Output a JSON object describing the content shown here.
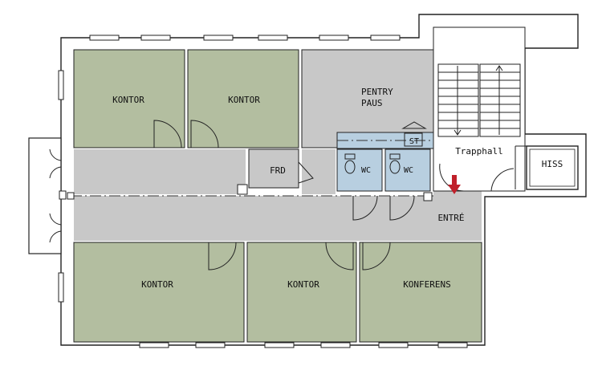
{
  "colors": {
    "office": "#b3bea0",
    "corridor": "#c8c8c8",
    "wc": "#b8cfe0",
    "wall": "#222222",
    "arrow": "#c0202a"
  },
  "rooms": {
    "kontor_1": "KONTOR",
    "kontor_2": "KONTOR",
    "pentry": "PENTRY",
    "paus": "PAUS",
    "frd": "FRD",
    "wc_1": "WC",
    "wc_2": "WC",
    "st": "ST",
    "trapphall": "Trapphall",
    "hiss": "HISS",
    "entre": "ENTRÉ",
    "kontor_3": "KONTOR",
    "kontor_4": "KONTOR",
    "konferens": "KONFERENS"
  },
  "icons": {
    "entrance": "red-down-arrow-icon",
    "toilet": "toilet-icon",
    "sink": "sink-icon"
  }
}
